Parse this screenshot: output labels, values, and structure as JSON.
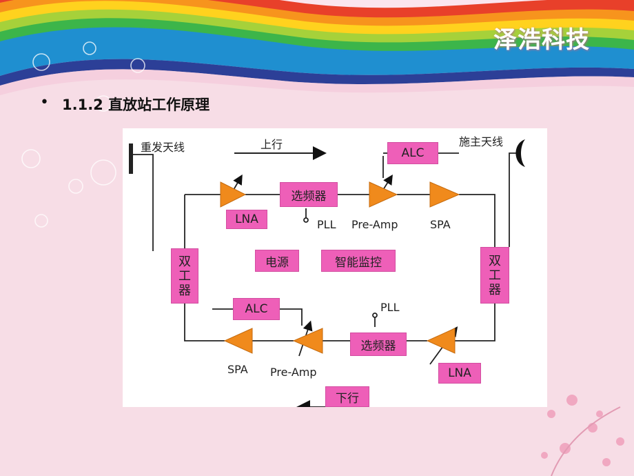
{
  "slide": {
    "brand": "泽浩科技",
    "bullet": "•",
    "title": "1.1.2 直放站工作原理"
  },
  "diagram": {
    "repeater_antenna": "重发天线",
    "donor_antenna": "施主天线",
    "uplink_label": "上行",
    "downlink_label": "下行",
    "duplexer_left": [
      "双",
      "工",
      "器"
    ],
    "duplexer_right": [
      "双",
      "工",
      "器"
    ],
    "power": "电源",
    "monitor": "智能监控",
    "uplink": {
      "lna": "LNA",
      "filter": "选频器",
      "pll": "PLL",
      "preamp": "Pre-Amp",
      "spa": "SPA",
      "alc": "ALC"
    },
    "downlink": {
      "lna": "LNA",
      "filter": "选频器",
      "pll": "PLL",
      "preamp": "Pre-Amp",
      "spa": "SPA",
      "alc": "ALC"
    }
  },
  "colors": {
    "box_fill": "#ee5fb8",
    "amplifier": "#f08a1c",
    "background": "#f7dde6"
  }
}
